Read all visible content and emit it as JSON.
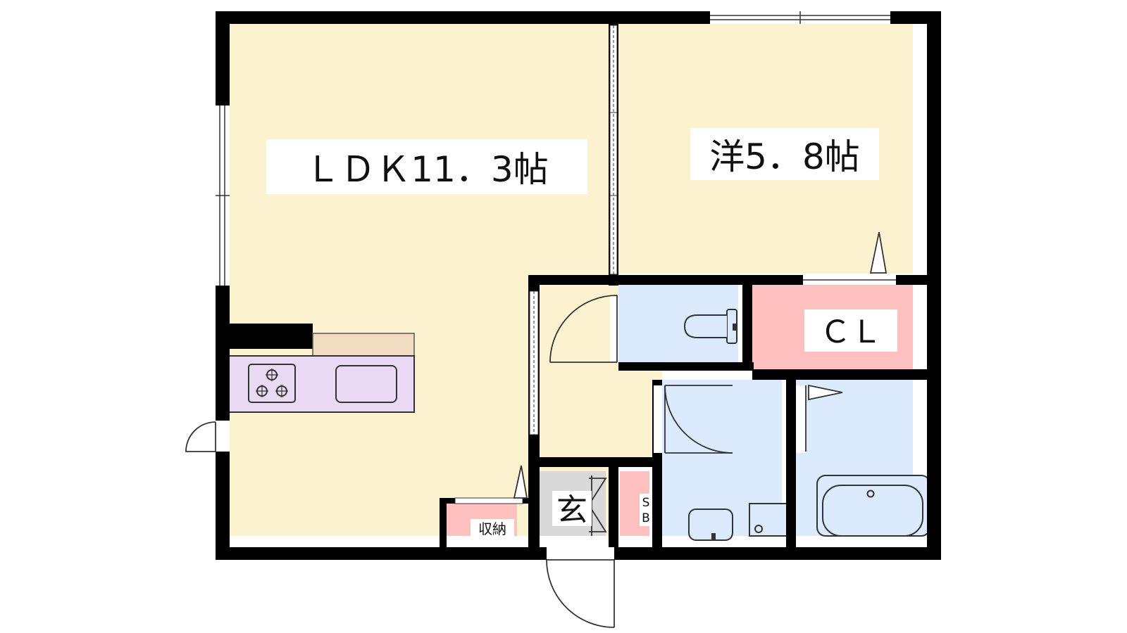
{
  "colors": {
    "wall": "#000000",
    "ldk_floor": "#fdf2d0",
    "western_floor": "#fdf2d0",
    "entry_floor": "#fdf2d0",
    "genkan_floor": "#d9d9d9",
    "closet_fill": "#ffc0c0",
    "storage_fill": "#ffc0c0",
    "shoebox_fill": "#ffc0c0",
    "wet_area_fill": "#dbeafd",
    "kitchen_fill": "#e9d9f3",
    "counter_fill": "#f0dcc0",
    "label_background": "#ffffff"
  },
  "rooms": {
    "ldk": {
      "label": "ＬＤＫ11．3帖"
    },
    "western": {
      "label": "洋5．8帖"
    },
    "closet": {
      "label": "ＣＬ"
    },
    "entrance": {
      "label": "玄"
    },
    "storage": {
      "label": "収納"
    },
    "shoe_box": {
      "label": "SB"
    },
    "toilet": {
      "icon": "toilet-icon"
    },
    "washroom": {
      "icon": "wash-basin-icon"
    },
    "bathroom": {
      "icon": "bathtub-icon"
    },
    "kitchen": {
      "icon": "stove-icon"
    }
  }
}
